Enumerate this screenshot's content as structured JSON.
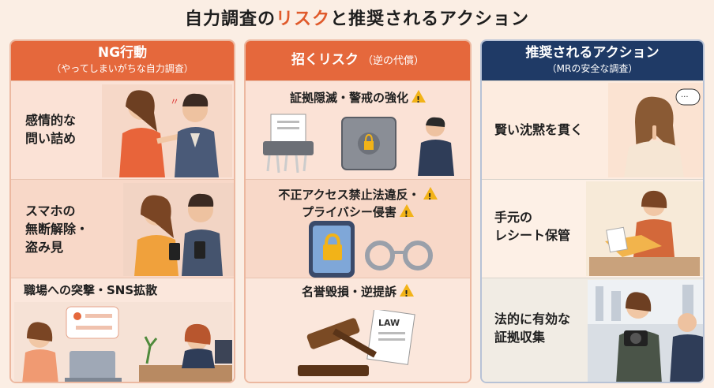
{
  "title": {
    "part1": "自力調査の",
    "accent": "リスク",
    "part2": "と推奨されるアクション"
  },
  "columns": {
    "ng": {
      "heading": "NG行動",
      "subheading": "（やってしまいがちな自力調査）",
      "items": [
        {
          "line1": "感情的な",
          "line2": "問い詰め"
        },
        {
          "line1": "スマホの",
          "line2": "無断解除・",
          "line3": "盗み見"
        },
        {
          "line1": "職場への突撃・SNS拡散"
        }
      ]
    },
    "risk": {
      "heading": "招くリスク",
      "subheading": "（逆の代償）",
      "items": [
        {
          "line1": "証拠隠滅・警戒の強化"
        },
        {
          "line1": "不正アクセス禁止法違反・",
          "line2": "プライバシー侵害"
        },
        {
          "line1": "名誉毀損・逆提訴"
        }
      ],
      "doc_label": "LAW"
    },
    "recommended": {
      "heading": "推奨されるアクション",
      "subheading": "（MRの安全な調査）",
      "items": [
        {
          "line1": "賢い沈黙を貫く"
        },
        {
          "line1": "手元の",
          "line2": "レシート保管"
        },
        {
          "line1": "法的に有効な",
          "line2": "証拠収集"
        }
      ]
    }
  },
  "colors": {
    "ng_header": "#e5683c",
    "rec_header": "#1f3a66",
    "accent": "#e05a2b",
    "warning": "#f2b318",
    "background": "#fbeee4"
  }
}
